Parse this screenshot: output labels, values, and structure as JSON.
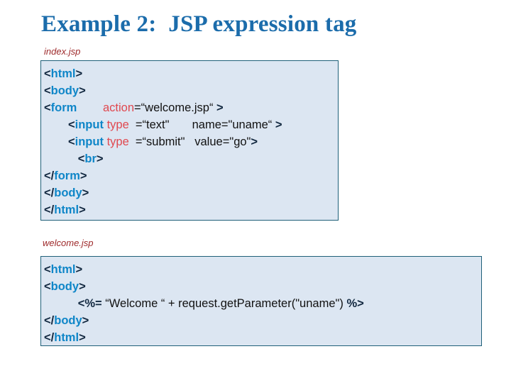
{
  "slide": {
    "title": "Example 2:  JSP expression tag",
    "title_color": "#1b6cab",
    "background_color": "#ffffff"
  },
  "colors": {
    "code_background": "#dce6f2",
    "code_border": "#1f6079",
    "bracket": "#11273f",
    "tag_name": "#0f86c8",
    "attribute": "#e0484f",
    "value_text": "#111111",
    "caption": "#9e2a2b"
  },
  "blocks": [
    {
      "caption": "index.jsp",
      "lines": [
        {
          "indent": 0,
          "tokens": [
            {
              "t": "brk",
              "s": "<"
            },
            {
              "t": "tag",
              "s": "html"
            },
            {
              "t": "brk",
              "s": ">"
            }
          ]
        },
        {
          "indent": 0,
          "tokens": [
            {
              "t": "brk",
              "s": "<"
            },
            {
              "t": "tag",
              "s": "body"
            },
            {
              "t": "brk",
              "s": ">"
            }
          ]
        },
        {
          "indent": 0,
          "tokens": [
            {
              "t": "brk",
              "s": "<"
            },
            {
              "t": "tag",
              "s": "form"
            },
            {
              "t": "val",
              "s": "        "
            },
            {
              "t": "attr",
              "s": "action"
            },
            {
              "t": "val",
              "s": "=“welcome.jsp“ "
            },
            {
              "t": "brk",
              "s": ">"
            }
          ]
        },
        {
          "indent": 1,
          "tokens": [
            {
              "t": "brk",
              "s": "<"
            },
            {
              "t": "tag",
              "s": "input"
            },
            {
              "t": "val",
              "s": " "
            },
            {
              "t": "attr",
              "s": "type"
            },
            {
              "t": "val",
              "s": "  =“text\"       name=\"uname“ "
            },
            {
              "t": "brk",
              "s": ">"
            }
          ]
        },
        {
          "indent": 1,
          "tokens": [
            {
              "t": "brk",
              "s": "<"
            },
            {
              "t": "tag",
              "s": "input"
            },
            {
              "t": "val",
              "s": " "
            },
            {
              "t": "attr",
              "s": "type"
            },
            {
              "t": "val",
              "s": "  =“submit\"   value=\"go\""
            },
            {
              "t": "brk",
              "s": ">"
            }
          ]
        },
        {
          "indent": 1,
          "tokens": [
            {
              "t": "brk",
              "s": "   <"
            },
            {
              "t": "tag",
              "s": "br"
            },
            {
              "t": "brk",
              "s": ">"
            }
          ]
        },
        {
          "indent": 0,
          "tokens": [
            {
              "t": "brk",
              "s": "</"
            },
            {
              "t": "tag",
              "s": "form"
            },
            {
              "t": "brk",
              "s": ">"
            }
          ]
        },
        {
          "indent": 0,
          "tokens": [
            {
              "t": "brk",
              "s": "</"
            },
            {
              "t": "tag",
              "s": "body"
            },
            {
              "t": "brk",
              "s": ">"
            }
          ]
        },
        {
          "indent": 0,
          "tokens": [
            {
              "t": "brk",
              "s": "</"
            },
            {
              "t": "tag",
              "s": "html"
            },
            {
              "t": "brk",
              "s": ">"
            }
          ]
        }
      ],
      "plain_text": "<html>\n<body>\n<form        action=“welcome.jsp“ >\n     <input type  =“text\"       name=\"uname“ >\n     <input type  =“submit\"   value=\"go\">\n        <br>\n</form>\n</body>\n</html>"
    },
    {
      "caption": "welcome.jsp",
      "lines": [
        {
          "indent": 0,
          "tokens": [
            {
              "t": "brk",
              "s": "<"
            },
            {
              "t": "tag",
              "s": "html"
            },
            {
              "t": "brk",
              "s": ">"
            }
          ]
        },
        {
          "indent": 0,
          "tokens": [
            {
              "t": "brk",
              "s": "<"
            },
            {
              "t": "tag",
              "s": "body"
            },
            {
              "t": "brk",
              "s": ">"
            }
          ]
        },
        {
          "indent": 1,
          "tokens": [
            {
              "t": "scriptlet",
              "s": "   <%= "
            },
            {
              "t": "expr",
              "s": "“Welcome “ + request.getParameter(\"uname\") "
            },
            {
              "t": "scriptlet",
              "s": "%>"
            }
          ]
        },
        {
          "indent": 0,
          "tokens": [
            {
              "t": "brk",
              "s": "</"
            },
            {
              "t": "tag",
              "s": "body"
            },
            {
              "t": "brk",
              "s": ">"
            }
          ]
        },
        {
          "indent": 0,
          "tokens": [
            {
              "t": "brk",
              "s": "</"
            },
            {
              "t": "tag",
              "s": "html"
            },
            {
              "t": "brk",
              "s": ">"
            }
          ]
        }
      ],
      "plain_text": "<html>\n<body>\n        <%= “Welcome “ + request.getParameter(\"uname\") %>\n</body>\n</html>"
    }
  ]
}
